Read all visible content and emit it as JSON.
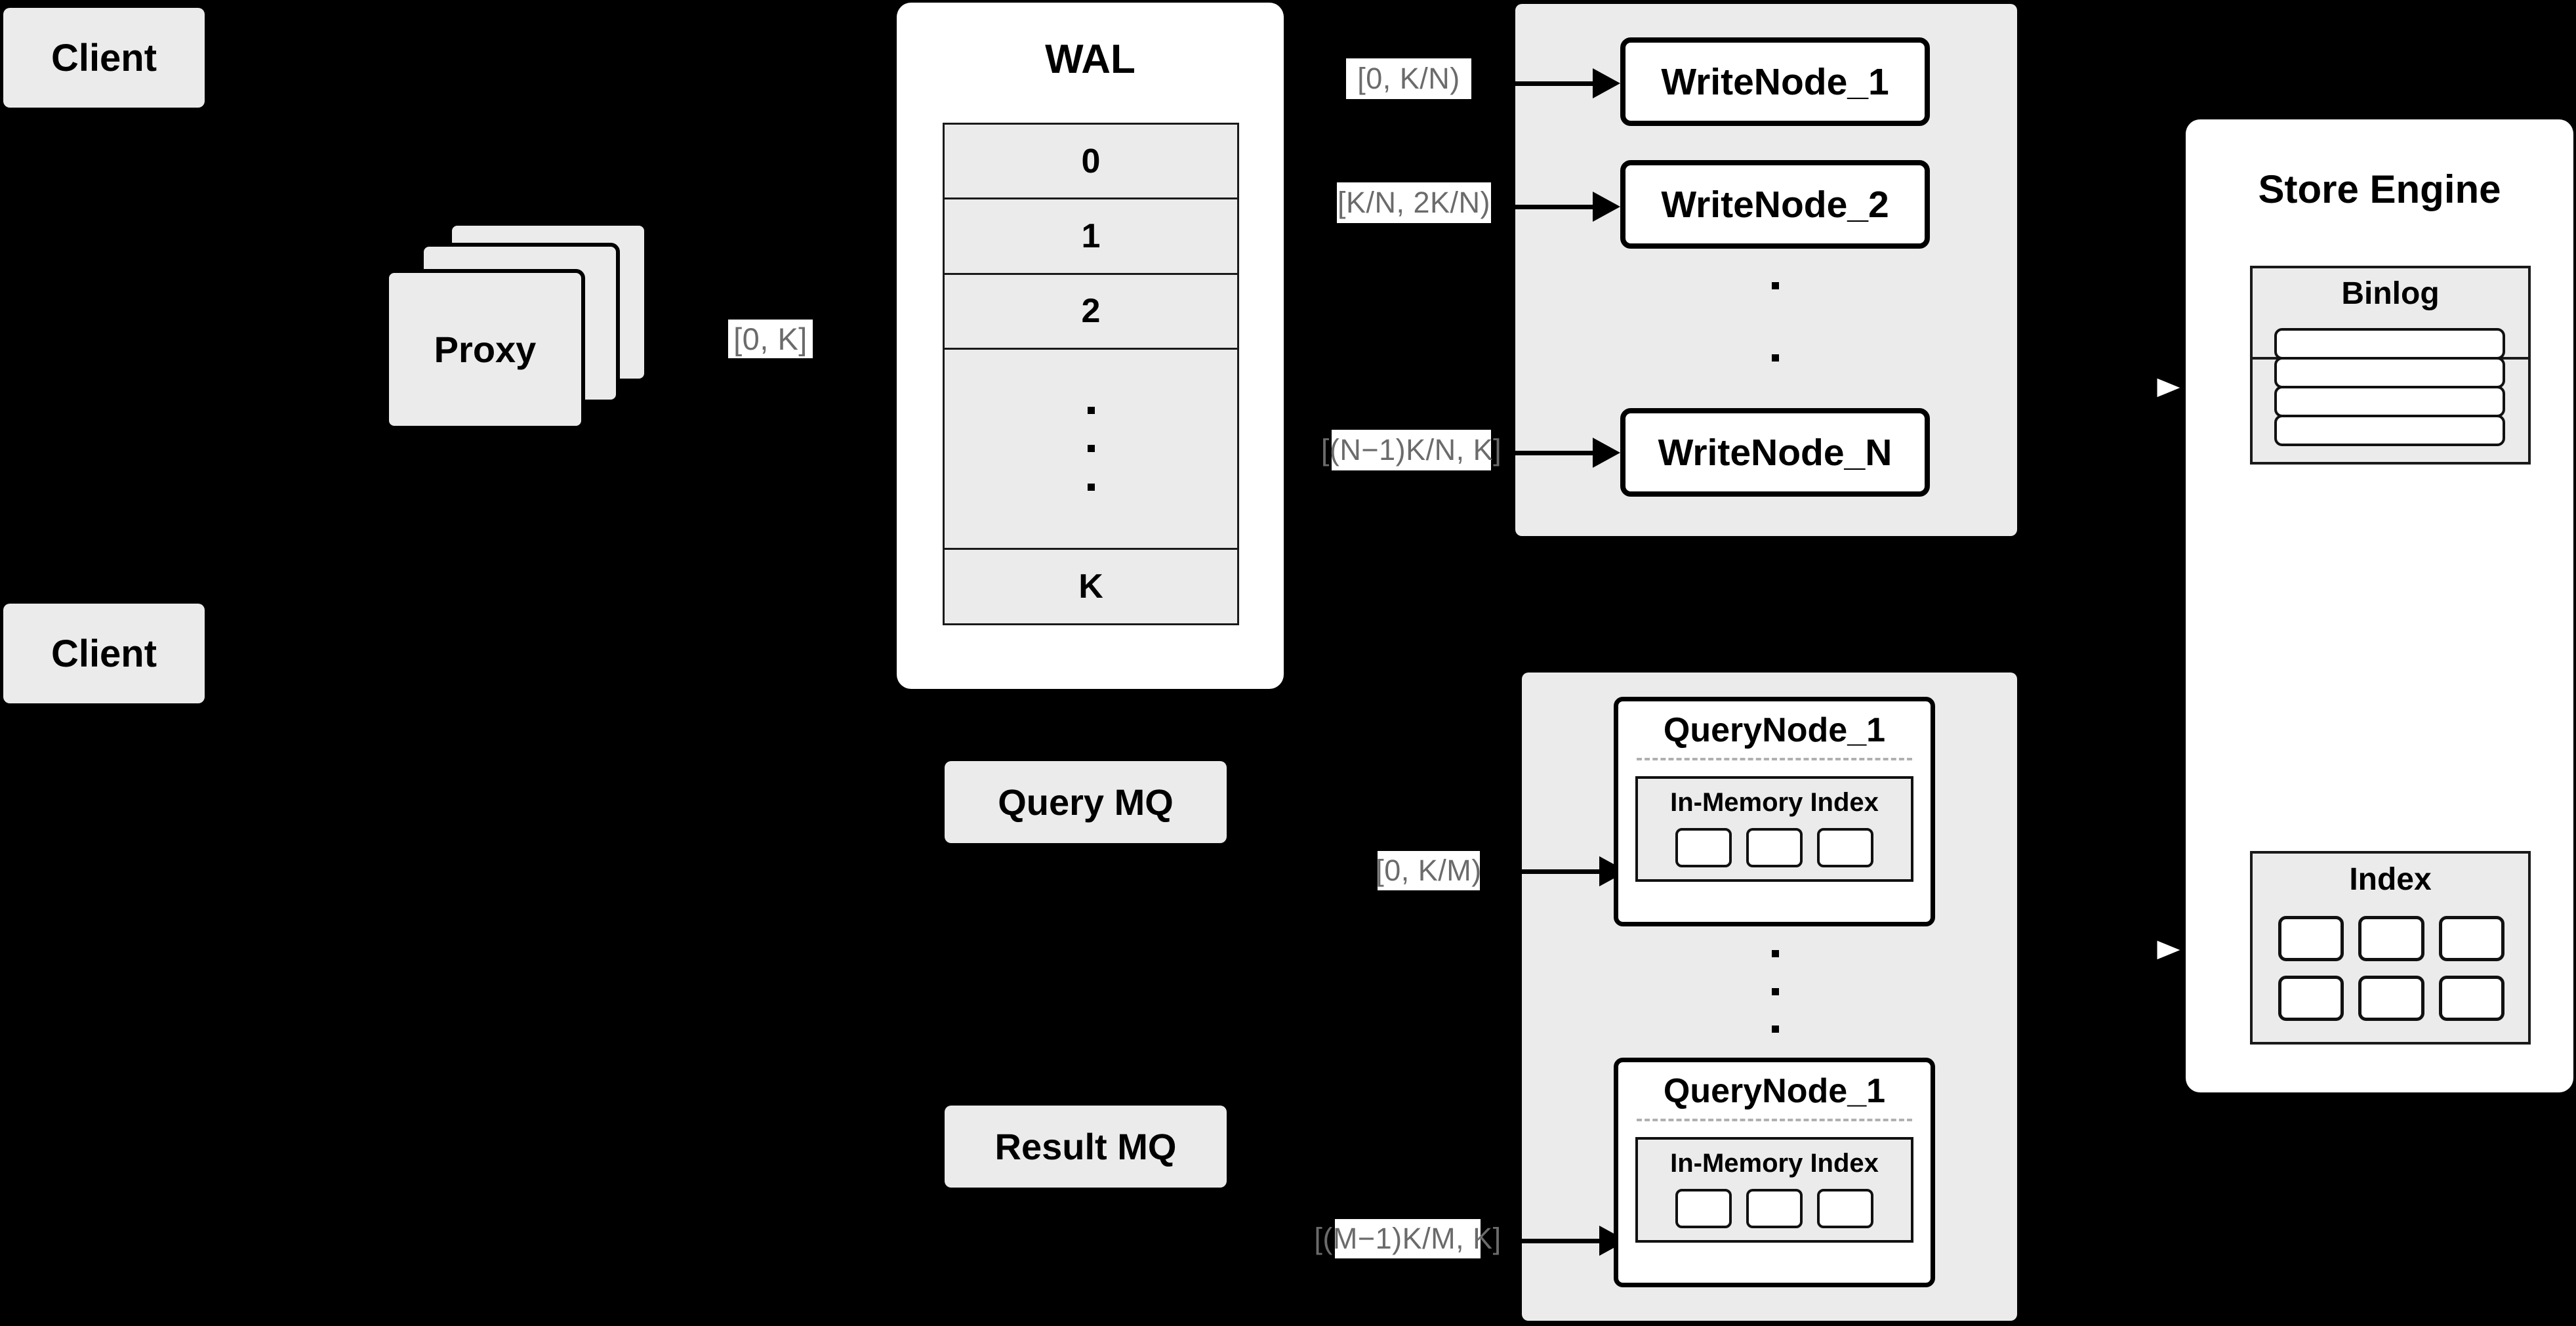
{
  "diagram": {
    "title": "Distributed Write/Query Architecture",
    "colors": {
      "background": "#000000",
      "node_fill": "#ebebeb",
      "card_fill": "#ffffff",
      "stroke": "#000000",
      "label_text": "#6b6b6b",
      "dashed_rule": "#b0b0b0"
    }
  },
  "clients": [
    {
      "label": "Client"
    },
    {
      "label": "Client"
    }
  ],
  "proxy": {
    "label": "Proxy",
    "stack_count": 3,
    "output_range_label": "[0, K]"
  },
  "wal": {
    "title": "WAL",
    "rows": [
      "0",
      "1",
      "2",
      "···",
      "K"
    ],
    "ellipsis_row_index": 3
  },
  "write_group": {
    "nodes": [
      {
        "label": "WriteNode_1",
        "range_label": "[0,  K/N)"
      },
      {
        "label": "WriteNode_2",
        "range_label": "[K/N, 2K/N)"
      },
      {
        "label": "WriteNode_N",
        "range_label": "[(N−1)K/N,  K]"
      }
    ],
    "ellipsis": "···"
  },
  "query_group": {
    "nodes": [
      {
        "label": "QueryNode_1",
        "inner_title": "In-Memory Index",
        "inner_cell_count": 3,
        "range_label": "[0, K/M)"
      },
      {
        "label": "QueryNode_1",
        "inner_title": "In-Memory Index",
        "inner_cell_count": 3,
        "range_label": "[(M−1)K/M, K]"
      }
    ],
    "ellipsis": "···"
  },
  "message_queues": [
    {
      "label": "Query MQ"
    },
    {
      "label": "Result MQ"
    }
  ],
  "store_engine": {
    "title": "Store Engine",
    "binlog": {
      "title": "Binlog",
      "row_count": 4
    },
    "index": {
      "title": "Index",
      "cell_count": 6
    }
  }
}
